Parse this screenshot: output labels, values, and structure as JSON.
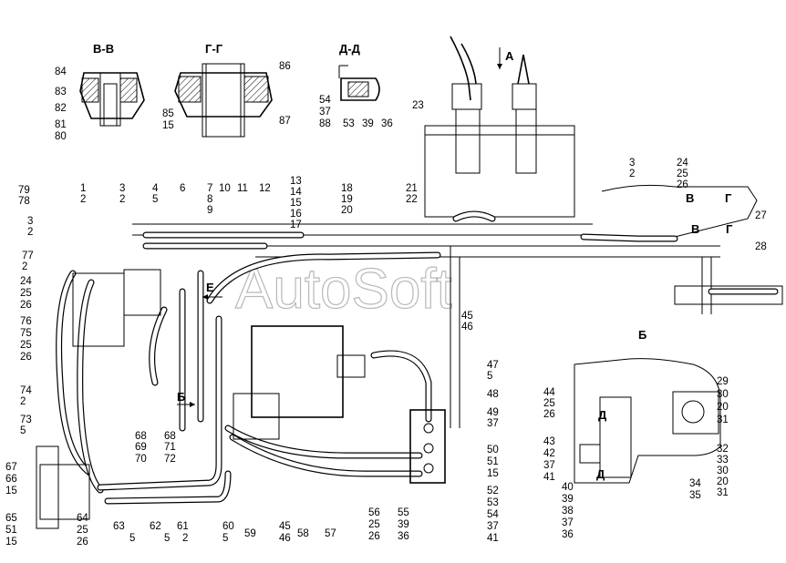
{
  "sections": {
    "vv": "В-В",
    "gg": "Г-Г",
    "dd": "Д-Д",
    "b": "Б",
    "arrow_a": "А",
    "arrow_e": "Е",
    "arrow_b": "Б",
    "arrow_v": "В",
    "arrow_g": "Г",
    "arrow_v2": "В",
    "arrow_g2": "Г",
    "arrow_d": "Д",
    "arrow_d2": "Д"
  },
  "watermark": "AutoSoft",
  "labels": [
    "84",
    "83",
    "82",
    "81",
    "80",
    "86",
    "85",
    "15",
    "87",
    "54",
    "37",
    "88",
    "53",
    "39",
    "36",
    "23",
    "79",
    "78",
    "1",
    "2",
    "3",
    "2",
    "4",
    "5",
    "6",
    "7",
    "8",
    "9",
    "10",
    "11",
    "12",
    "13",
    "14",
    "15",
    "16",
    "17",
    "18",
    "19",
    "20",
    "21",
    "22",
    "3",
    "2",
    "24",
    "25",
    "26",
    "27",
    "28",
    "3",
    "2",
    "77",
    "2",
    "24",
    "25",
    "26",
    "76",
    "75",
    "25",
    "26",
    "45",
    "46",
    "47",
    "5",
    "74",
    "2",
    "73",
    "5",
    "48",
    "49",
    "37",
    "68",
    "69",
    "70",
    "68",
    "71",
    "72",
    "50",
    "51",
    "15",
    "52",
    "53",
    "54",
    "37",
    "41",
    "67",
    "66",
    "15",
    "65",
    "51",
    "15",
    "64",
    "25",
    "26",
    "63",
    "5",
    "62",
    "5",
    "61",
    "2",
    "60",
    "5",
    "59",
    "45",
    "46",
    "58",
    "57",
    "56",
    "25",
    "26",
    "55",
    "39",
    "36",
    "29",
    "30",
    "20",
    "31",
    "44",
    "25",
    "26",
    "43",
    "42",
    "37",
    "41",
    "32",
    "33",
    "30",
    "20",
    "31",
    "40",
    "39",
    "38",
    "37",
    "36",
    "34",
    "35"
  ]
}
